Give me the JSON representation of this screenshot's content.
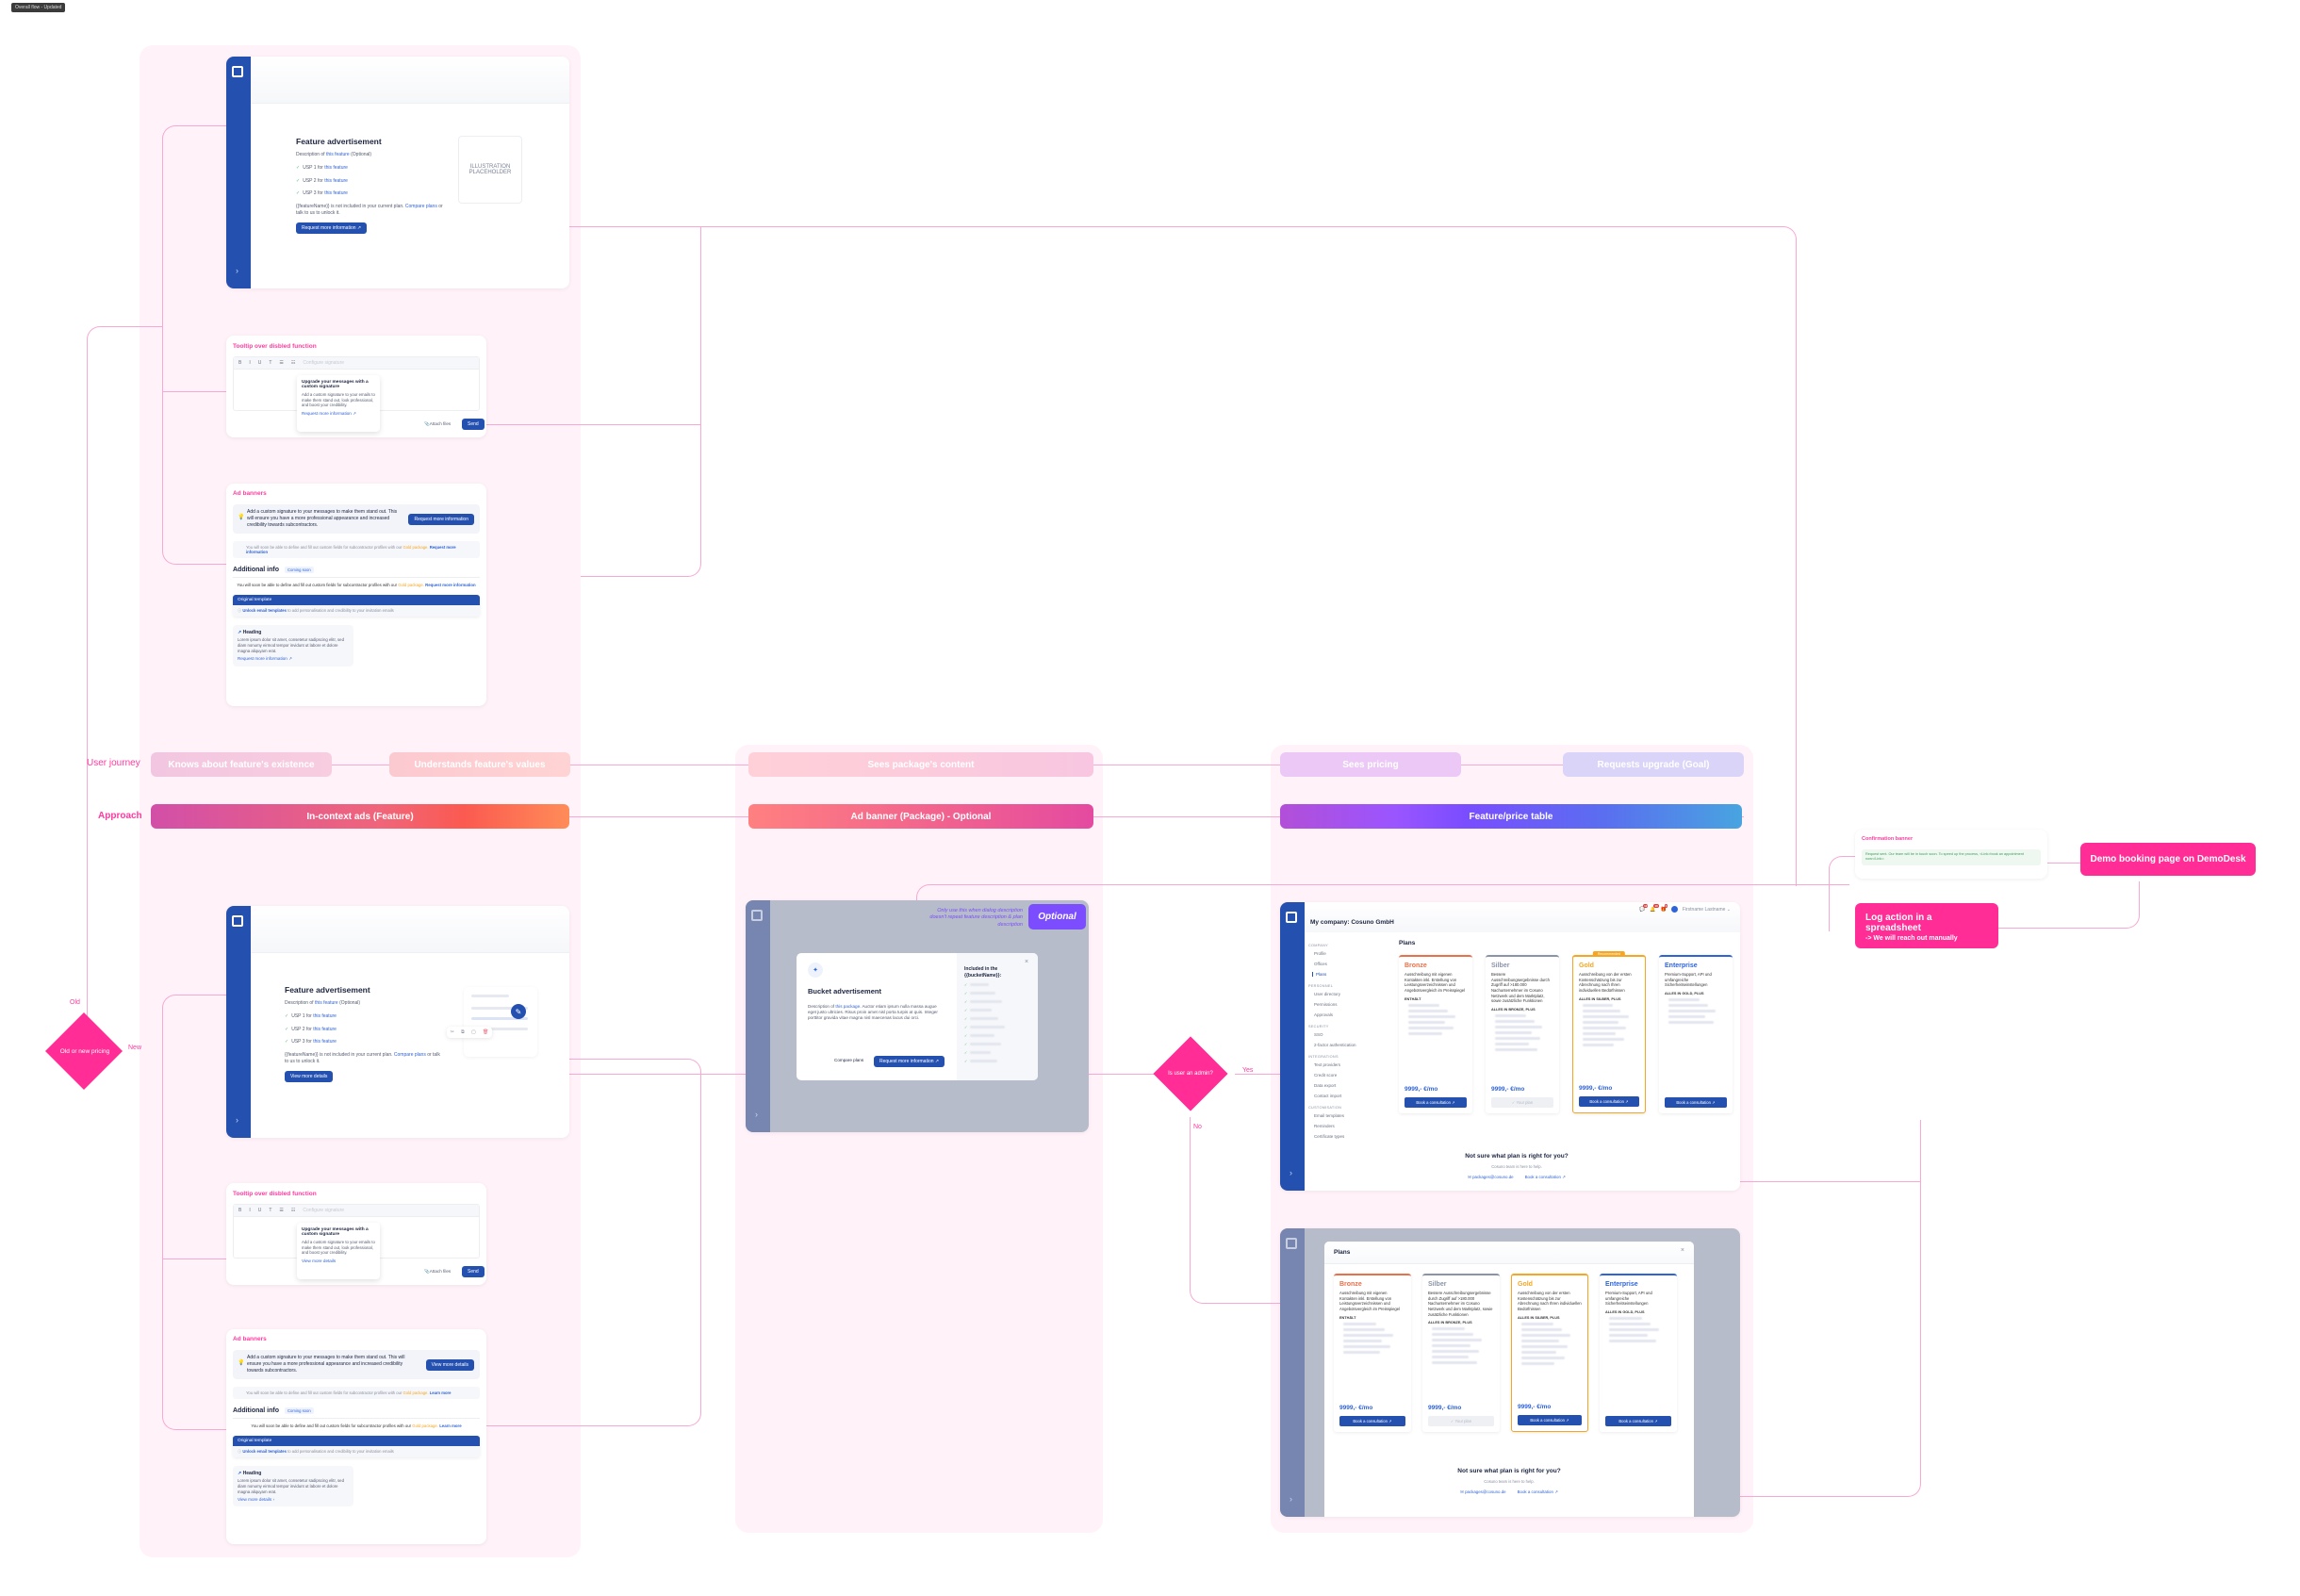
{
  "frame_tag": "Overall flow - Updated",
  "rows": {
    "user_journey_label": "User journey",
    "approach_label": "Approach"
  },
  "journey_steps": [
    "Knows about feature's existence",
    "Understands feature's values",
    "Sees package's content",
    "Sees pricing",
    "Requests upgrade (Goal)"
  ],
  "approaches": [
    "In-context ads (Feature)",
    "Ad banner (Package) - Optional",
    "Feature/price table"
  ],
  "colors": {
    "hot_pink": "#ff2d95",
    "brand_blue": "#2450b0",
    "lane_bg": "#fff2f8",
    "wire": "#f7a8d3",
    "optional_purple": "#7b4dff"
  },
  "decisions": {
    "pricing": {
      "question": "Old or new pricing",
      "old": "Old",
      "new": "New"
    },
    "admin": {
      "question": "Is user an admin?",
      "yes": "Yes",
      "no": "No"
    }
  },
  "feature_ad_old": {
    "title": "Feature advertisement",
    "description_prefix": "Description of ",
    "description_link": "this feature",
    "description_suffix": " (Optional)",
    "usps": [
      {
        "prefix": "USP 1 for ",
        "link": "this feature"
      },
      {
        "prefix": "USP 2 for ",
        "link": "this feature"
      },
      {
        "prefix": "USP 3 for ",
        "link": "this feature"
      }
    ],
    "note_prefix": "{{featureName}} is not included in your current plan. ",
    "note_link": "Compare plans",
    "note_suffix": " or talk to us to unlock it.",
    "cta": "Request more information",
    "illustration": "ILLUSTRATION PLACEHOLDER"
  },
  "feature_ad_new": {
    "title": "Feature advertisement",
    "description_prefix": "Description of ",
    "description_link": "this feature",
    "description_suffix": " (Optional)",
    "usps": [
      {
        "prefix": "USP 1 for ",
        "link": "this feature"
      },
      {
        "prefix": "USP 2 for ",
        "link": "this feature"
      },
      {
        "prefix": "USP 3 for ",
        "link": "this feature"
      }
    ],
    "note_prefix": "{{featureName}} is not included in your current plan. ",
    "note_link": "Compare plans",
    "note_suffix": " or talk to us to unlock it.",
    "cta": "View more details"
  },
  "tooltip_old": {
    "section_title": "Tooltip over disbled function",
    "toolbar": [
      "B",
      "I",
      "U",
      "T",
      "☰",
      "☷"
    ],
    "disabled_item": "Configure signature",
    "tip_title": "Upgrade your messages with a custom signature",
    "tip_body": "Add a custom signature to your emails to make them stand out, look professional, and boost your credibility.",
    "tip_link": "Request more information",
    "attach": "Attach files",
    "send": "Send"
  },
  "tooltip_new": {
    "section_title": "Tooltip over disbled function",
    "toolbar": [
      "B",
      "I",
      "U",
      "T",
      "☰",
      "☷"
    ],
    "disabled_item": "Configure signature",
    "tip_title": "Upgrade your messages with a custom signature",
    "tip_body": "Add a custom signature to your emails to make them stand out, look professional, and boost your credibility.",
    "tip_link": "View more details",
    "attach": "Attach files",
    "send": "Send"
  },
  "banners_old": {
    "section_title": "Ad banners",
    "banner_text": "Add a custom signature to your messages to make them stand out. This will ensure you have a more professional appearance and increased credibility towards subcontractors.",
    "banner_cta": "Request more information",
    "inline_prefix": "You will soon be able to define and fill out custom fields for subcontractor profiles with our ",
    "inline_gold": "Gold package.",
    "inline_link": "Request more information",
    "additional_title": "Additional info",
    "coming_soon": "Coming soon",
    "additional_prefix": "You will soon be able to define and fill out custom fields for subcontractor profiles with our ",
    "additional_gold": "Gold package.",
    "additional_link": "Request more information",
    "template_header": "Original template",
    "template_link": "Unlock email templates",
    "template_text": " to add personalisation and credibility to your invitation emails",
    "heading_title": "Heading",
    "heading_body": "Lorem ipsum dolor sit amet, consetetur sadipscing elitr, sed diam nonumy eirmod tempor invidunt ut labore et dolore magna aliquyam erat.",
    "heading_link": "Request more information"
  },
  "banners_new": {
    "section_title": "Ad banners",
    "banner_text": "Add a custom signature to your messages to make them stand out. This will ensure you have a more professional appearance and increased credibility towards subcontractors.",
    "banner_cta": "View more details",
    "inline_prefix": "You will soon be able to define and fill out custom fields for subcontractor profiles with our ",
    "inline_gold": "Gold package.",
    "inline_link": "Learn more",
    "additional_title": "Additional info",
    "coming_soon": "Coming soon",
    "additional_prefix": "You will soon be able to define and fill out custom fields for subcontractor profiles with our ",
    "additional_gold": "Gold package.",
    "additional_link": "Learn more",
    "template_header": "Original template",
    "template_link": "Unlock email templates",
    "template_text": " to add personalisation and credibility to your invitation emails",
    "heading_title": "Heading",
    "heading_body": "Lorem ipsum dolor sit amet, consetetur sadipscing elitr, sed diam nonumy eirmod tempor invidunt ut labore et dolore magna aliquyam erat.",
    "heading_link": "View more details"
  },
  "bucket_dialog": {
    "optional_badge": "Optional",
    "optional_note": "Only use this when dialog description doesn't repeat feature description & plan description",
    "title": "Bucket advertisement",
    "desc_prefix": "Description of ",
    "desc_link": "this package",
    "desc_suffix": ". Auctor etiam ipsum nulla massa augue eget justo ultricies. Risus proin amet nisl porta turpis at quis. Integer porttitor gravida vitae magna nisl maecenas lacus dui orci.",
    "compare": "Compare plans",
    "cta": "Request more information",
    "included_title": "Included in the {{bucketName}}:",
    "close": "×"
  },
  "plans_page": {
    "company": "My company: Cosuno GmbH",
    "user": "Firstname Lastname",
    "badges": [
      "12",
      "10",
      "3"
    ],
    "page_title": "Plans",
    "nav": [
      {
        "section": "COMPANY",
        "items": [
          "Profile",
          "Offices",
          "Plans"
        ]
      },
      {
        "section": "PERSONNEL",
        "items": [
          "User directory",
          "Permissions",
          "Approvals"
        ]
      },
      {
        "section": "SECURITY",
        "items": [
          "SSO",
          "2-factor authentication"
        ]
      },
      {
        "section": "INTEGRATIONS",
        "items": [
          "Text providers",
          "Credit score",
          "Data export",
          "Contact import"
        ]
      },
      {
        "section": "CUSTOMISATION",
        "items": [
          "Email templates",
          "Reminders",
          "Certificate types"
        ]
      }
    ],
    "active_nav": "Plans",
    "recommended": "Recommended",
    "help_title": "Not sure what plan is right for you?",
    "help_sub": "Cosuno team is here to help.",
    "email": "packages@cosuno.de",
    "book": "Book a consultation"
  },
  "plans_modal": {
    "title": "Plans",
    "close": "×",
    "help_title": "Not sure what plan is right for you?",
    "help_sub": "Cosuno team is here to help.",
    "email": "packages@cosuno.de",
    "book": "Book a consultation"
  },
  "plans": [
    {
      "name": "Bronze",
      "color": "#e8704a",
      "desc": "Ausschreibung mit eigenen Kontakten inkl. Erstellung von Leistungsverzeichnissen und Angebotsvergleich im Preisspiegel",
      "header": "ENTHÄLT",
      "rows": 6,
      "price": "9999,- €/mo",
      "cta": "Book a consultation",
      "disabled": false
    },
    {
      "name": "Silber",
      "color": "#8a93a8",
      "desc": "Bessere Ausschreibungsergebnisse durch Zugriff auf >180.000 Nachunternehmer im Cosuno Netzwerk und dem Marktplatz, sowie zusätzliche Funktionen",
      "header": "ALLES IN BRONZE, PLUS",
      "rows": 7,
      "price": "9999,- €/mo",
      "cta": "✓ Your plan",
      "disabled": true
    },
    {
      "name": "Gold",
      "color": "#f5a623",
      "desc": "Ausschreibung von der ersten Kostenschätzung bis zur Abrechnung nach Ihren individuellen Bedürfnissen",
      "header": "ALLES IN SILBER, PLUS",
      "rows": 8,
      "price": "9999,- €/mo",
      "cta": "Book a consultation",
      "disabled": false
    },
    {
      "name": "Enterprise",
      "color": "#2f64d8",
      "desc": "Premium-Support, API und umfangreiche Sicherheitseinstellungen",
      "header": "ALLES IN GOLD, PLUS",
      "rows": 5,
      "price": "",
      "cta": "Book a consultation",
      "disabled": false
    }
  ],
  "confirmation": {
    "title": "Confirmation banner",
    "text": "Request sent. Our team will be in touch soon. To speed up the process, <Link>book an appointment now</Link>."
  },
  "outcomes": {
    "demo": "Demo booking page on DemoDesk",
    "log_title": "Log action in a spreadsheet",
    "log_sub": "-> We will reach out manually"
  }
}
